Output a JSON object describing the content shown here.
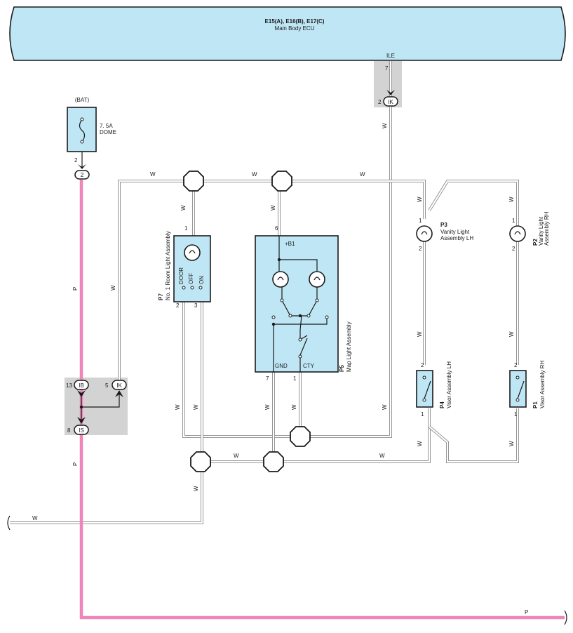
{
  "ecu": {
    "title": "E15(A), E16(B), E17(C)",
    "subtitle": "Main Body ECU",
    "terminal_label": "ILE",
    "terminal_pin": "7"
  },
  "fuse": {
    "source": "(BAT)",
    "rating": "7. 5A",
    "name": "DOME",
    "pin": "2",
    "conn_label": "2"
  },
  "junction_top": {
    "pin": "2",
    "label": "IK"
  },
  "junction_block": {
    "ib_pin": "13",
    "ib_label": "IB",
    "ik_pin": "5",
    "ik_label": "IK",
    "is_pin": "8",
    "is_label": "IS"
  },
  "room_light": {
    "code": "P7",
    "name": "No. 1 Room Light Assembly",
    "pin_top": "1",
    "pin_left": "2",
    "pin_right": "3",
    "switch_labels": [
      "DOOR",
      "OFF",
      "ON"
    ]
  },
  "map_light": {
    "code": "P5",
    "name": "Map Light Assembly",
    "pin_top": "6",
    "pin_gnd": "7",
    "pin_cty": "1",
    "b1_label": "+B1",
    "gnd_label": "GND",
    "cty_label": "CTY"
  },
  "vanity_lh": {
    "code": "P3",
    "name_line1": "Vanity Light",
    "name_line2": "Assembly LH",
    "pin_top": "1",
    "pin_bottom": "2"
  },
  "vanity_rh": {
    "code": "P2",
    "name_line1": "Vanity Light",
    "name_line2": "Assembly RH",
    "pin_top": "1",
    "pin_bottom": "2"
  },
  "visor_lh": {
    "code": "P4",
    "name": "Visor Assembly LH",
    "pin_top": "2",
    "pin_bottom": "1"
  },
  "visor_rh": {
    "code": "P1",
    "name": "Visor Assembly RH",
    "pin_top": "2",
    "pin_bottom": "1"
  },
  "wire_colors": {
    "white": "W",
    "pink": "P"
  },
  "colors": {
    "ecu_fill": "#bfe6f5",
    "component_fill": "#bfe6f5",
    "pink_wire": "#ee86b9",
    "white_wire_outline": "#8a8a8a",
    "junction_block_fill": "#d3d3d3"
  }
}
